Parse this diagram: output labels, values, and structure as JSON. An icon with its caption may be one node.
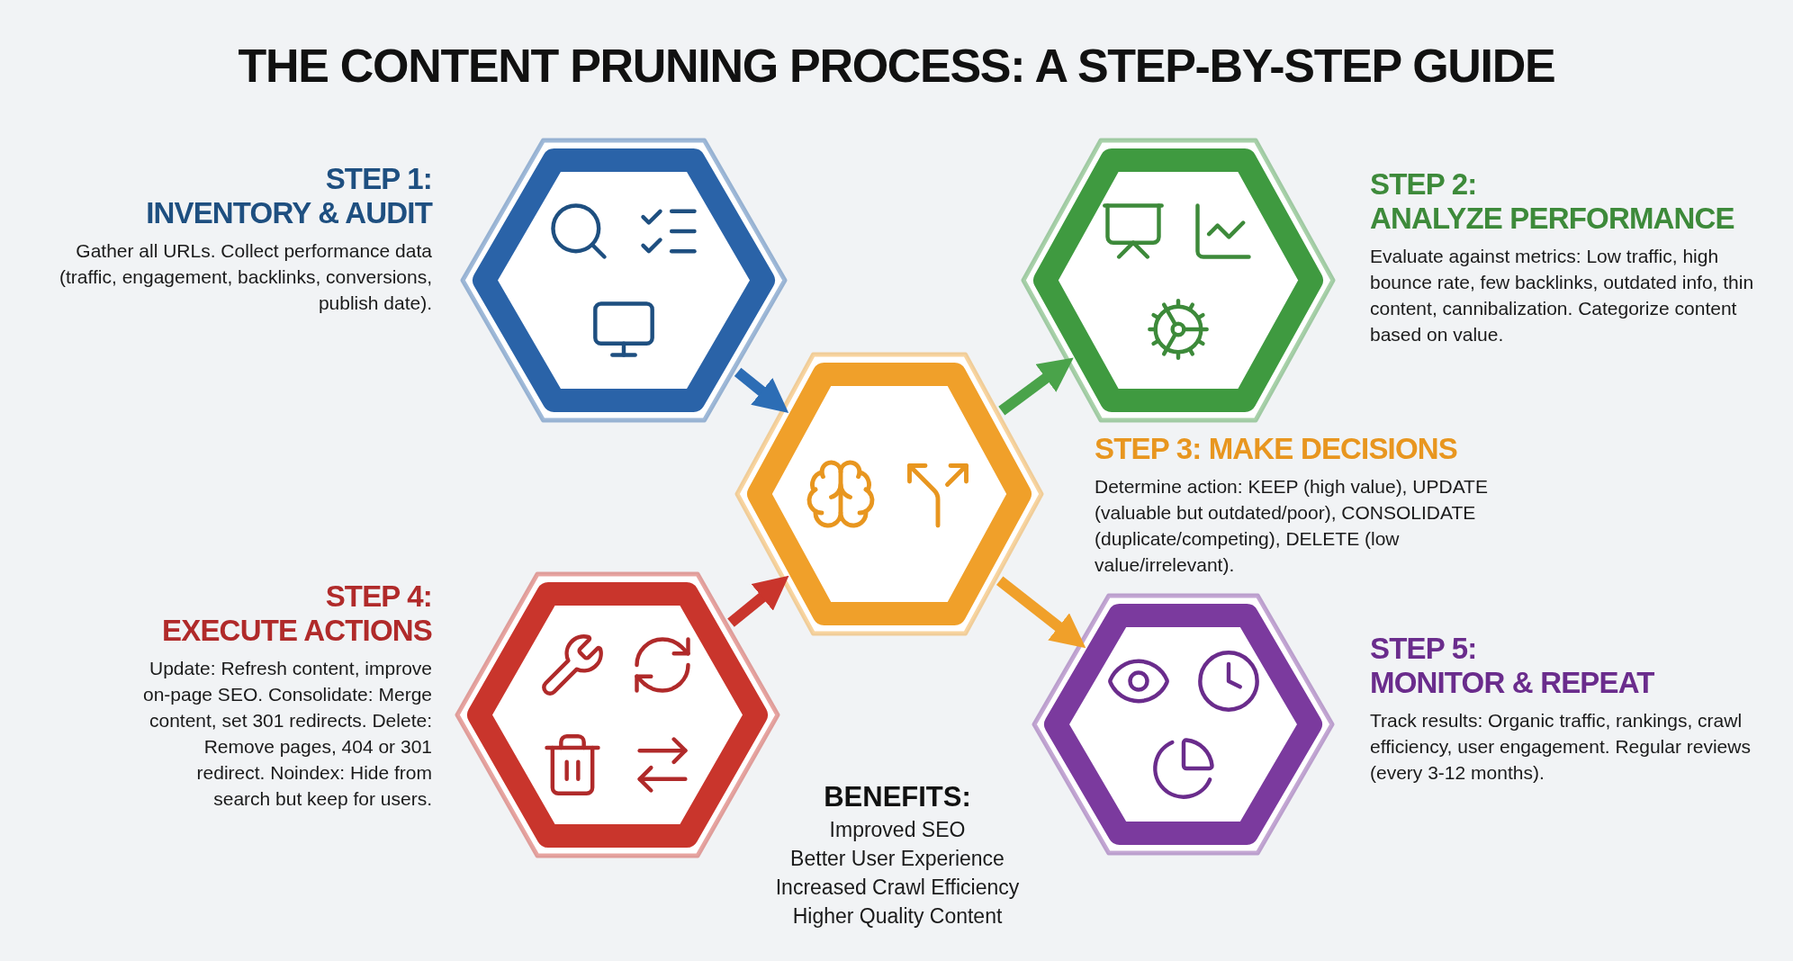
{
  "diagram": {
    "title": "THE CONTENT PRUNING PROCESS: A STEP-BY-STEP GUIDE",
    "nodes": [
      {
        "text": [
          "STEP 1:",
          "INVENTORY & AUDIT",
          "Gather all URLs. Collect performance data (traffic, engagement, backlinks, conversions, publish date)."
        ]
      },
      {
        "text": [
          "STEP 2:",
          "ANALYZE PERFORMANCE",
          "Evaluate against metrics: Low traffic, high bounce rate, few backlinks, outdated info, thin content, cannibalization. Categorize content based on value."
        ]
      },
      {
        "text": [
          "STEP 3: MAKE DECISIONS",
          "Determine action: KEEP (high value), UPDATE (valuable but outdated/poor), CONSOLIDATE (duplicate/competing), DELETE (low value/irrelevant)."
        ]
      },
      {
        "text": [
          "STEP 4:",
          "EXECUTE ACTIONS",
          "Update: Refresh content, improve on-page SEO. Consolidate: Merge content, set 301 redirects. Delete: Remove pages, 404 or 301 redirect. Noindex: Hide from search but keep for users."
        ]
      },
      {
        "text": [
          "STEP 5:",
          "MONITOR & REPEAT",
          "Track results: Organic traffic, rankings, crawl efficiency, user engagement. Regular reviews (every 3-12 months)."
        ]
      }
    ],
    "edges": [
      {
        "from": 0,
        "to": 2,
        "arrow": "to",
        "color": "#2c6db5"
      },
      {
        "from": 2,
        "to": 1,
        "arrow": "to",
        "color": "#4aa34a"
      },
      {
        "from": 2,
        "to": 4,
        "arrow": "to",
        "color": "#f0a02a"
      },
      {
        "from": 3,
        "to": 2,
        "arrow": "to",
        "color": "#c9352c"
      }
    ],
    "labels": [
      "BENEFITS:",
      "Improved SEO",
      "Better User Experience",
      "Increased Crawl Efficiency",
      "Higher Quality Content"
    ]
  }
}
